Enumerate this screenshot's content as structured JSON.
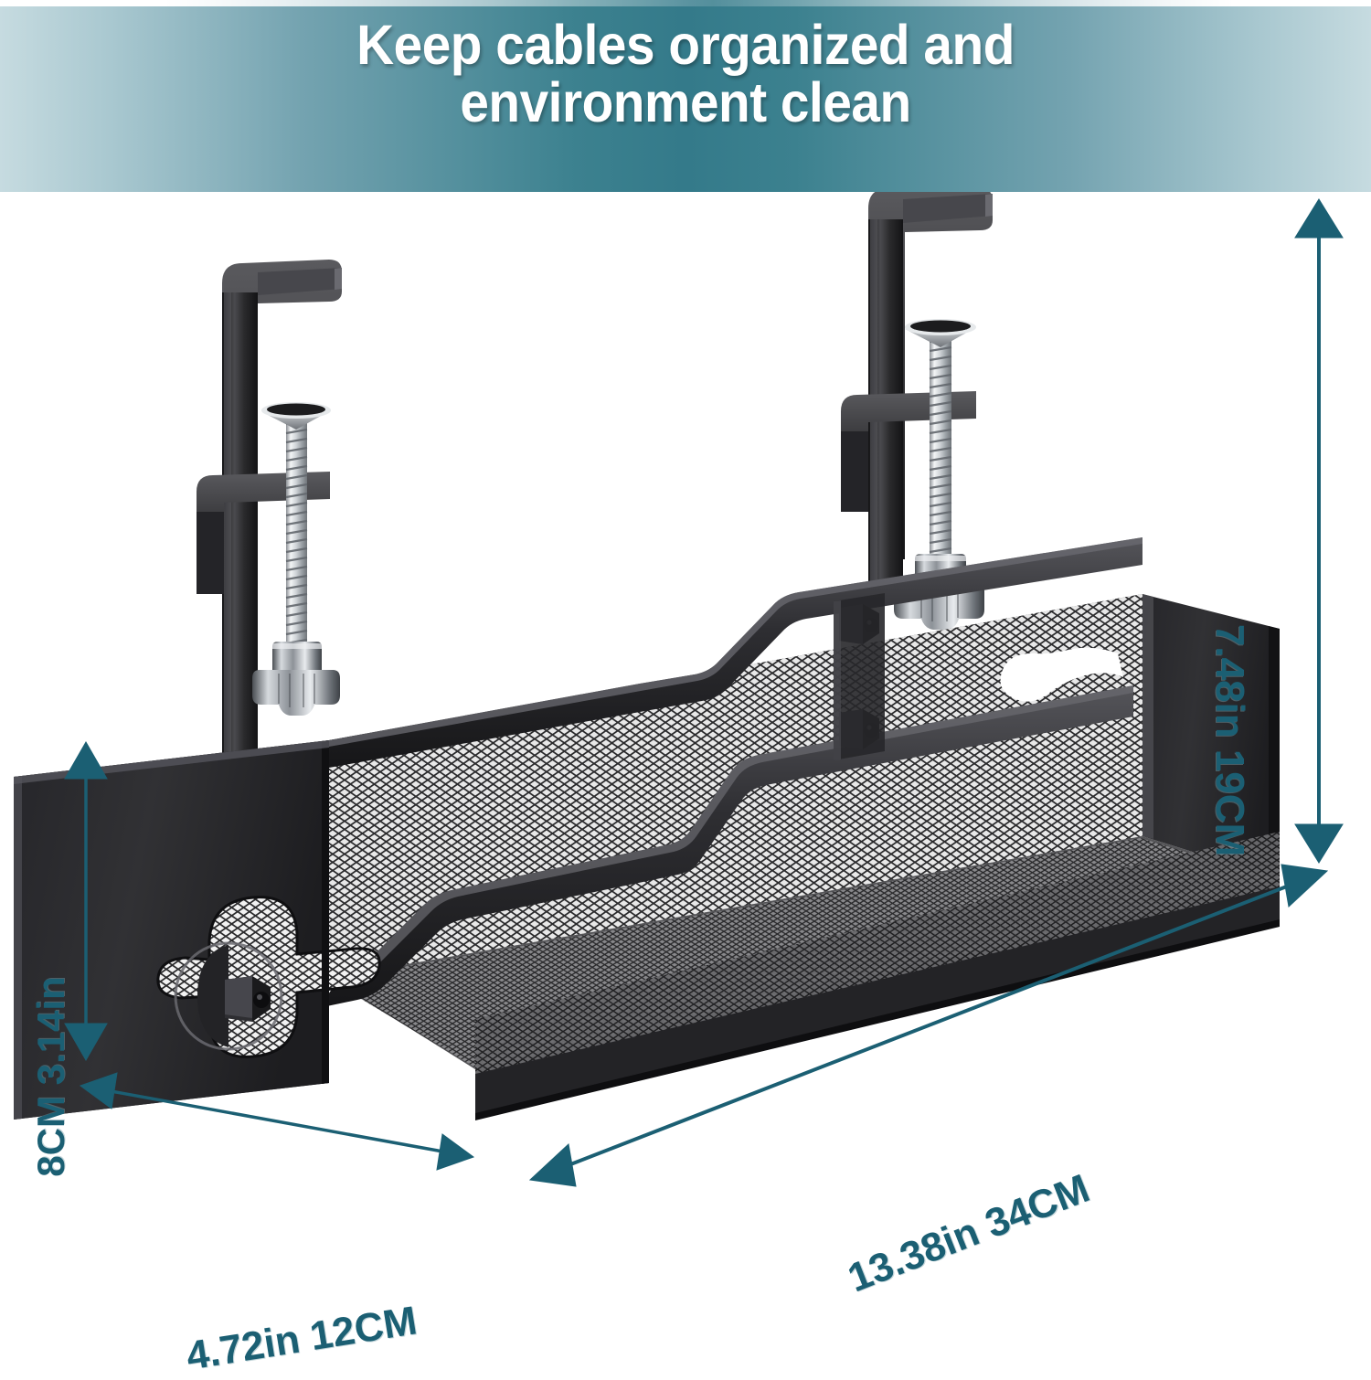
{
  "banner": {
    "line1": "Keep cables organized and",
    "line2": "environment clean",
    "bg_gradient_center": "#347a8a",
    "bg_gradient_edge": "#c6dbe0",
    "text_color": "#ffffff"
  },
  "product": {
    "name": "under-desk cable management tray",
    "color": "#2c2c2e",
    "mesh_color": "#3a3a3c",
    "hardware_color": "#b9bcc0",
    "parts": [
      "left-clamp",
      "right-clamp",
      "clamp-screw",
      "clamp-knob",
      "mesh-basket",
      "left-end-panel",
      "right-end-panel",
      "keyhole-cutout",
      "hex-bolt"
    ]
  },
  "dimensions": {
    "accent_color": "#1b5f73",
    "height": {
      "label": "7.48in  19CM",
      "in": "7.48in",
      "cm": "19CM",
      "orientation": "vertical",
      "side": "right"
    },
    "front_height": {
      "label": "8CM  3.14in",
      "cm": "8CM",
      "in": "3.14in",
      "orientation": "vertical",
      "side": "left"
    },
    "depth": {
      "label": "4.72in  12CM",
      "in": "4.72in",
      "cm": "12CM",
      "orientation": "diagonal",
      "side": "bottom-left"
    },
    "width": {
      "label": "13.38in   34CM",
      "in": "13.38in",
      "cm": "34CM",
      "orientation": "diagonal",
      "side": "bottom-right"
    }
  }
}
